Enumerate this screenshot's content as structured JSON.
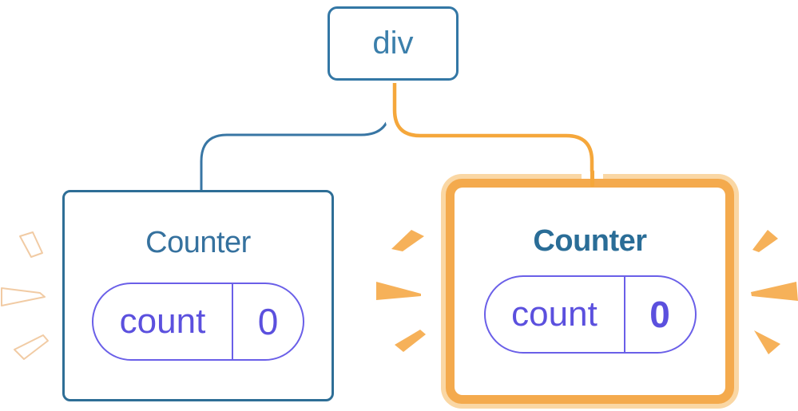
{
  "diagram": {
    "root_node": {
      "label": "div"
    },
    "counters": [
      {
        "title": "Counter",
        "state": {
          "label": "count",
          "value": "0"
        },
        "highlighted": false
      },
      {
        "title": "Counter",
        "state": {
          "label": "count",
          "value": "0"
        },
        "highlighted": true
      }
    ]
  },
  "colors": {
    "node_border_blue": "#3377A5",
    "node_text_blue": "#3B7FAB",
    "counter_title_blue": "#35719E",
    "counter_title_blue_bold": "#2A6D97",
    "wire_blue": "#3876A4",
    "wire_orange": "#F5A73B",
    "highlight_ring_light": "#FAD7A4",
    "highlight_border_orange": "#F4AA4D",
    "spark_orange": "#F6B159",
    "spark_white": "#FFFFFF",
    "state_pill_purple": "#6A5FE8",
    "state_text_purple": "#5B50DE"
  }
}
